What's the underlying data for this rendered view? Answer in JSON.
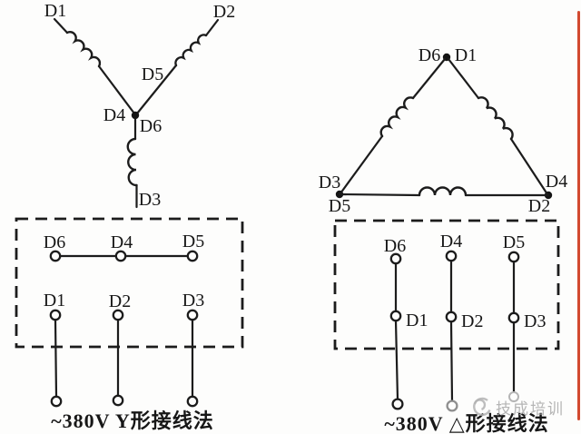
{
  "colors": {
    "ink": "#1c1c1c",
    "paper": "#fdfdfc",
    "edge_accent": "#d2492f",
    "watermark_gray": "#a9a9a9"
  },
  "left": {
    "star": {
      "d1": "D1",
      "d2": "D2",
      "d3": "D3",
      "d4": "D4",
      "d5": "D5",
      "d6": "D6"
    },
    "box": {
      "top": [
        "D6",
        "D4",
        "D5"
      ],
      "bottom": [
        "D1",
        "D2",
        "D3"
      ]
    },
    "caption": "~380V Y形接线法"
  },
  "right": {
    "delta": {
      "top_left": "D6",
      "top_right": "D1",
      "left_upper": "D3",
      "left_lower": "D5",
      "right_upper": "D4",
      "right_lower": "D2"
    },
    "box": {
      "top": [
        "D6",
        "D4",
        "D5"
      ],
      "middle": [
        "D1",
        "D2",
        "D3"
      ]
    },
    "caption": "~380V △形接线法"
  },
  "watermark": {
    "text": "技成培训"
  }
}
